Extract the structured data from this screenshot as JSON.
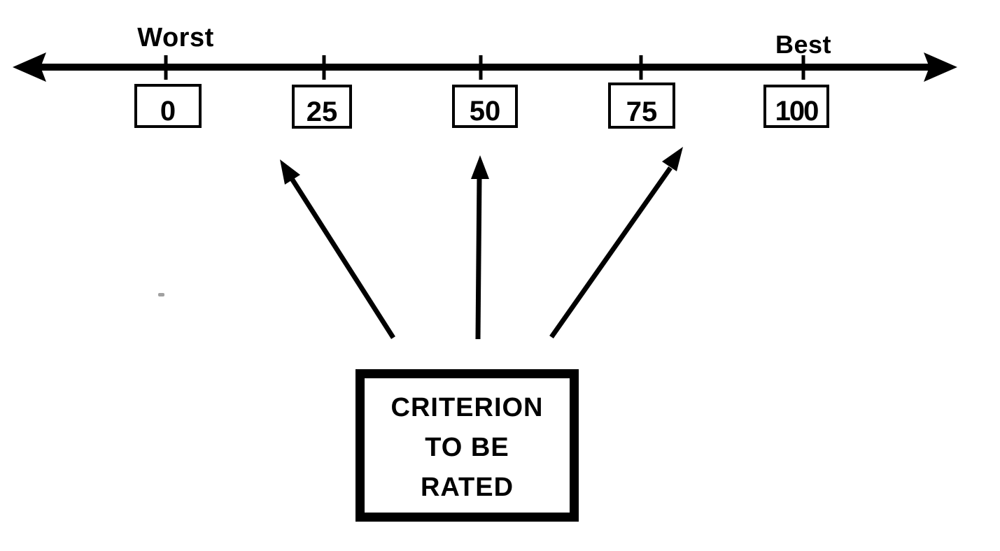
{
  "scale": {
    "left_label": "Worst",
    "right_label": "Best",
    "orientation": "horizontal",
    "range": [
      0,
      100
    ],
    "ticks": [
      {
        "label": "0",
        "value": 0
      },
      {
        "label": "25",
        "value": 25
      },
      {
        "label": "50",
        "value": 50
      },
      {
        "label": "75",
        "value": 75
      },
      {
        "label": "100",
        "value": 100
      }
    ]
  },
  "criterion_box": {
    "lines": [
      "CRITERION",
      "TO BE",
      "RATED"
    ],
    "full_text": "CRITERION TO BE RATED"
  },
  "icons": {
    "axis_left_arrowhead": "left-pointing solid triangle",
    "axis_right_arrowhead": "right-pointing solid triangle",
    "pointer_arrowheads": "upward solid triangles"
  },
  "colors": {
    "ink": "#000000",
    "paper": "#ffffff"
  }
}
